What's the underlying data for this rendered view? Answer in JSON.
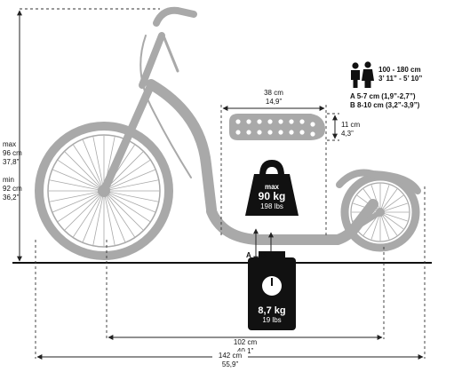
{
  "dimensions": {
    "height_max": {
      "prefix": "max",
      "metric": "96 cm",
      "imperial": "37,8”"
    },
    "height_min": {
      "prefix": "min",
      "metric": "92 cm",
      "imperial": "36,2”"
    },
    "deck_length": {
      "metric": "38 cm",
      "imperial": "14,9”"
    },
    "deck_width": {
      "metric": "11 cm",
      "imperial": "4,3”"
    },
    "wheelbase": {
      "metric": "102 cm",
      "imperial": "40,1”"
    },
    "total_length": {
      "metric": "142 cm",
      "imperial": "55,9”"
    }
  },
  "rider_height": {
    "metric": "100 - 180 cm",
    "imperial": "3’ 11” - 5’ 10”"
  },
  "ground_clearance": {
    "a": {
      "marker": "A",
      "text": "A 5-7 cm (1,9”-2,7”)"
    },
    "b": {
      "marker": "B",
      "text": "B 8-10 cm (3,2”-3,9”)"
    }
  },
  "max_load": {
    "prefix": "max",
    "metric": "90 kg",
    "imperial": "198 lbs"
  },
  "weight": {
    "metric": "8,7 kg",
    "imperial": "19 lbs"
  },
  "colors": {
    "scooter": "#a9a9a9",
    "line": "#222222",
    "weight_box": "#111111"
  },
  "icons": [
    "person-icons",
    "weight-icon",
    "scale-icon"
  ]
}
